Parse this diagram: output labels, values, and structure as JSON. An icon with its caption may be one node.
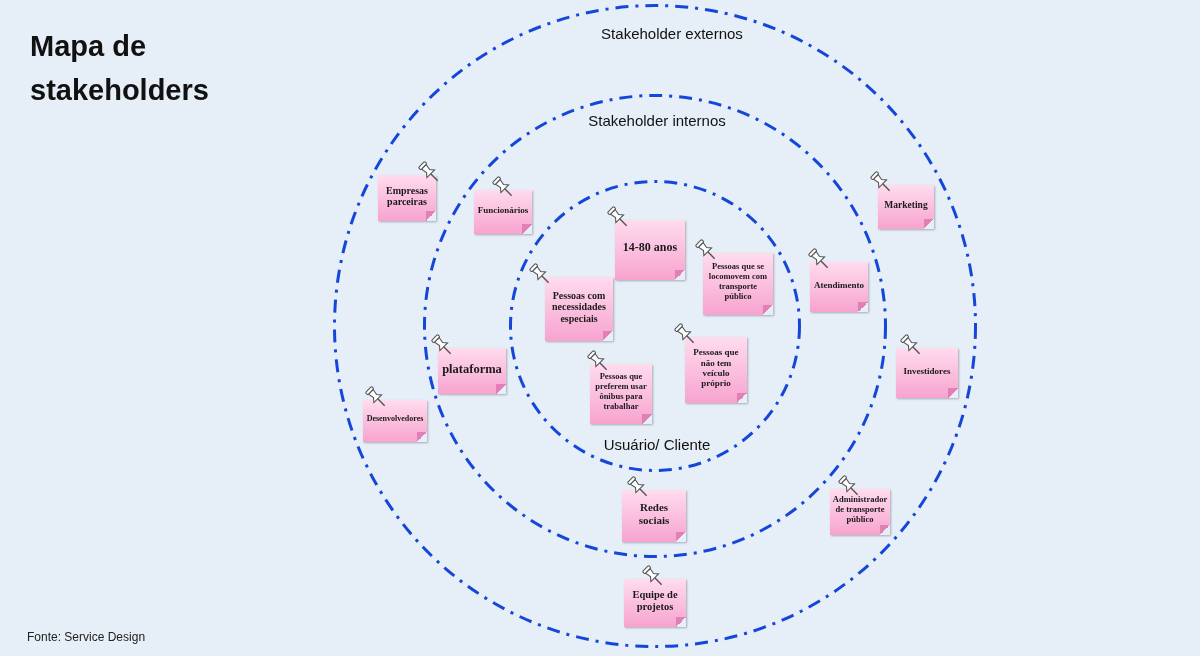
{
  "diagram": {
    "title": "Mapa de stakeholders",
    "caption": "Fonte: Service Design",
    "nodes": [
      {
        "text": [
          "Stakeholder externos"
        ]
      },
      {
        "text": [
          "Stakeholder internos"
        ],
        "in": 0
      },
      {
        "text": [
          "Usuário/ Cliente"
        ],
        "in": 1
      },
      {
        "text": [
          "Empresas parceiras"
        ],
        "in": 0
      },
      {
        "text": [
          "Marketing"
        ],
        "in": 0
      },
      {
        "text": [
          "Funcionários"
        ],
        "in": 1
      },
      {
        "text": [
          "14-80 anos"
        ],
        "in": 2
      },
      {
        "text": [
          "Pessoas que se locomovem com transporte público"
        ],
        "in": 2
      },
      {
        "text": [
          "Atendimento"
        ],
        "in": 1
      },
      {
        "text": [
          "Pessoas com necessidades especiais"
        ],
        "in": 2
      },
      {
        "text": [
          "Pessoas que não tem veículo próprio"
        ],
        "in": 2
      },
      {
        "text": [
          "plataforma"
        ],
        "in": 1
      },
      {
        "text": [
          "Pessoas que preferem usar ônibus para trabalhar"
        ],
        "in": 2
      },
      {
        "text": [
          "Investidores"
        ],
        "in": 0
      },
      {
        "text": [
          "Desenvolvedores"
        ],
        "in": 0
      },
      {
        "text": [
          "Redes sociais"
        ],
        "in": 1
      },
      {
        "text": [
          "Administrador de transporte público"
        ],
        "in": 0
      },
      {
        "text": [
          "Equipe de projetos"
        ],
        "in": 0
      }
    ]
  }
}
